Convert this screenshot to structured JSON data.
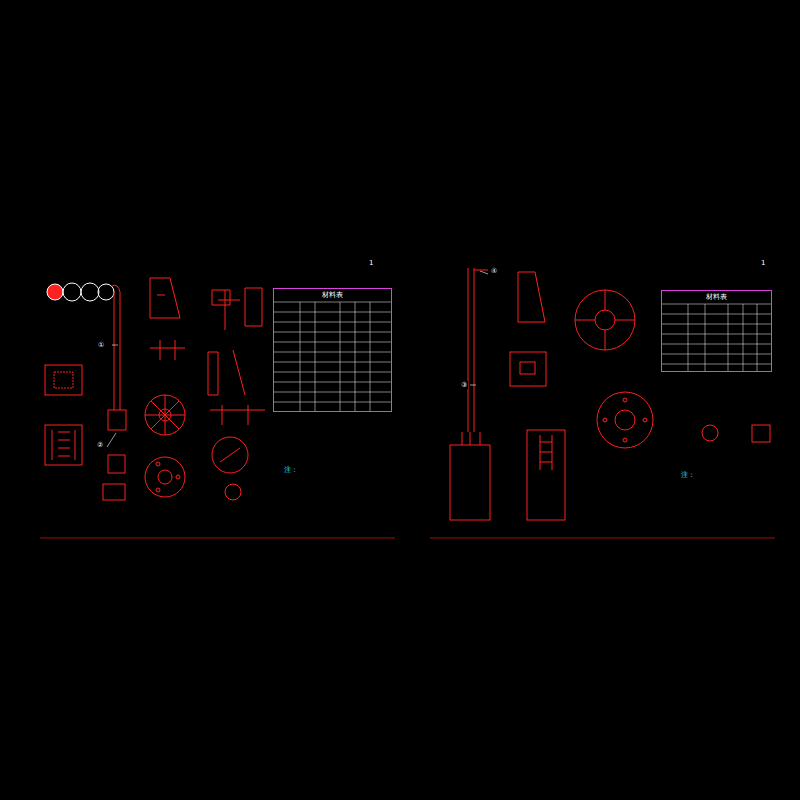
{
  "diagram": {
    "nodes": [
      {
        "text": [
          "材料表"
        ]
      },
      {
        "text": [
          "材料表"
        ]
      }
    ],
    "labels": [
      "①",
      "②",
      "③",
      "④",
      "注：",
      "注：",
      "1",
      "1"
    ]
  }
}
